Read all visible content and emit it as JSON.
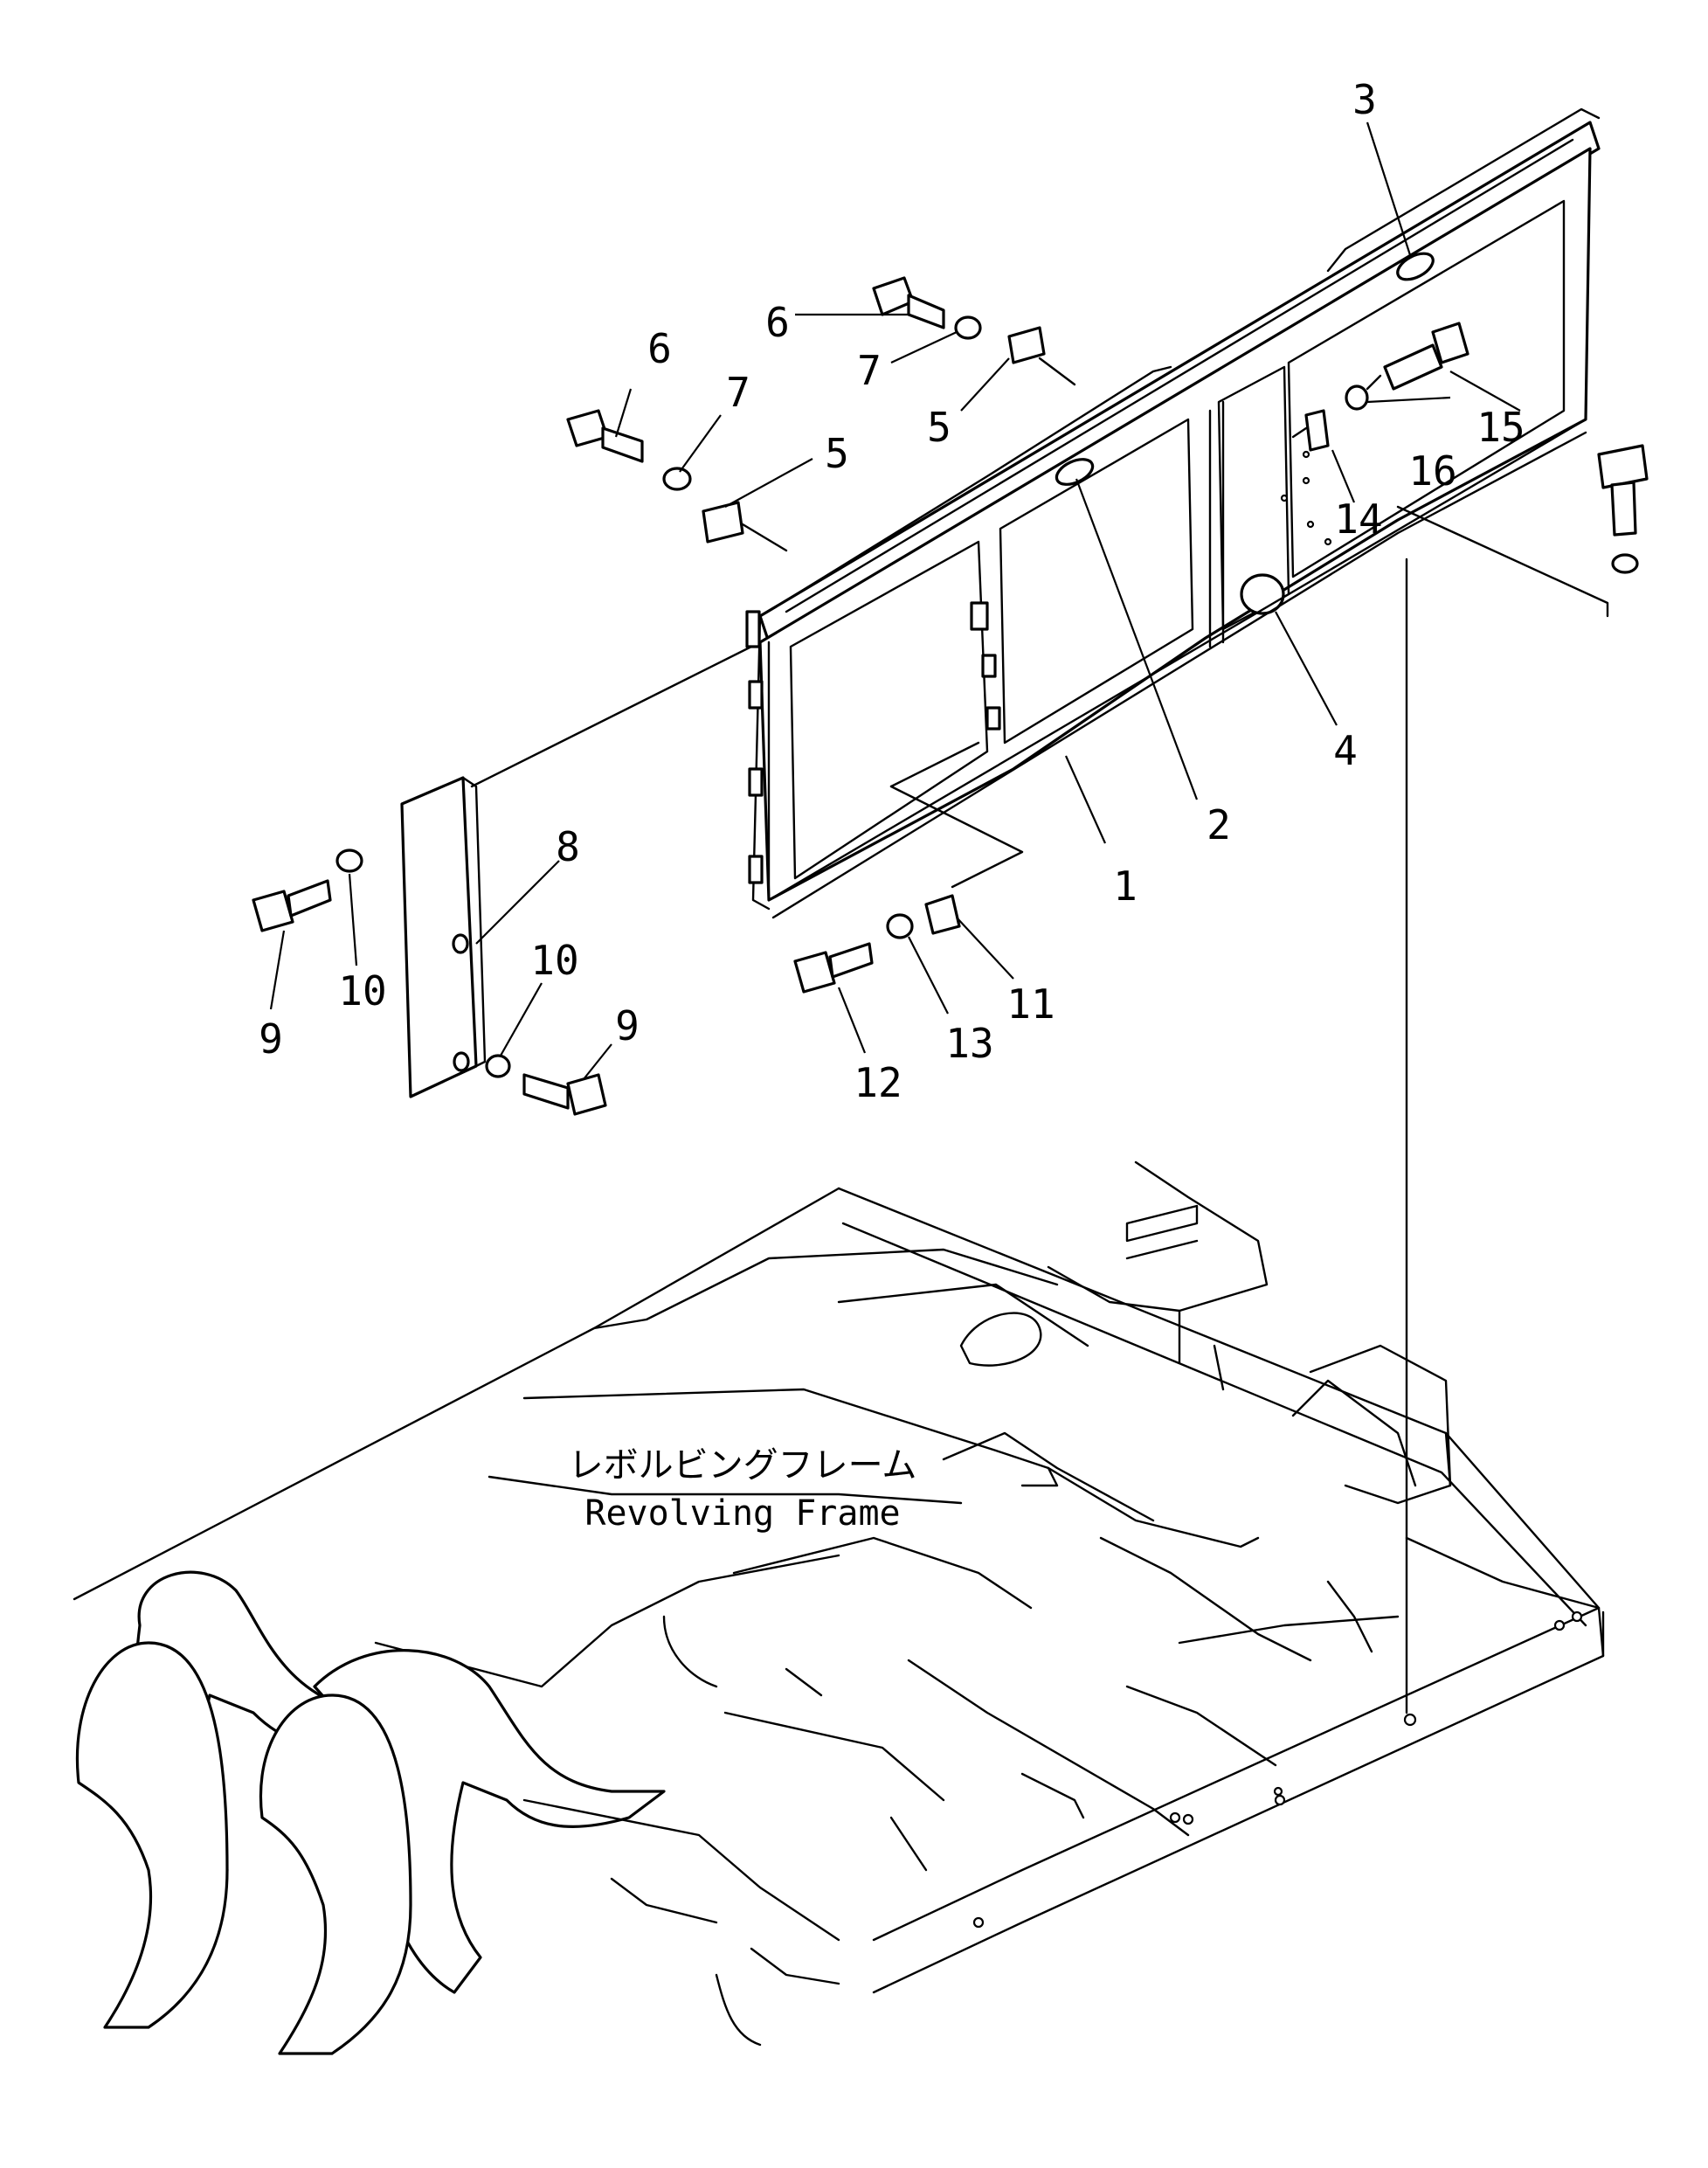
{
  "callouts": {
    "n1": "1",
    "n2": "2",
    "n3": "3",
    "n4": "4",
    "n5a": "5",
    "n5b": "5",
    "n6a": "6",
    "n6b": "6",
    "n7a": "7",
    "n7b": "7",
    "n8": "8",
    "n9a": "9",
    "n9b": "9",
    "n10a": "10",
    "n10b": "10",
    "n11": "11",
    "n12": "12",
    "n13": "13",
    "n14": "14",
    "n15": "15",
    "n16": "16"
  },
  "frame_label": {
    "japanese": "レボルビングフレーム",
    "english": "Revolving Frame"
  },
  "colors": {
    "line": "#000000",
    "background": "#ffffff"
  }
}
